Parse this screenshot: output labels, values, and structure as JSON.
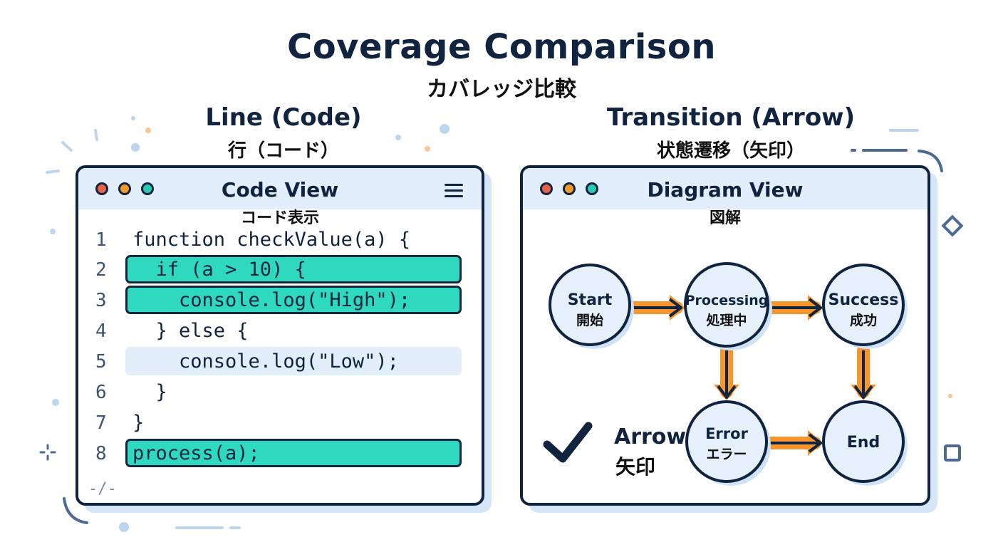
{
  "header": {
    "title": "Coverage Comparison",
    "subtitle": "カバレッジ比較"
  },
  "left_column": {
    "title": "Line (Code)",
    "subtitle": "行（コード）"
  },
  "right_column": {
    "title": "Transition (Arrow)",
    "subtitle": "状態遷移（矢印）"
  },
  "code_panel": {
    "title": "Code View",
    "subtitle": "コード表示",
    "menu_icon": "menu-icon",
    "window_dot_colors": [
      "#e8624a",
      "#f39a2c",
      "#29c9b4"
    ],
    "lines": [
      {
        "num": "1",
        "text": "function checkValue(a) {",
        "coverage": "none"
      },
      {
        "num": "2",
        "text": "  if (a > 10) {",
        "coverage": "covered"
      },
      {
        "num": "3",
        "text": "    console.log(\"High\");",
        "coverage": "covered"
      },
      {
        "num": "4",
        "text": "  } else {",
        "coverage": "none"
      },
      {
        "num": "5",
        "text": "    console.log(\"Low\");",
        "coverage": "uncovered"
      },
      {
        "num": "6",
        "text": "  }",
        "coverage": "none"
      },
      {
        "num": "7",
        "text": "}",
        "coverage": "none"
      },
      {
        "num": "8",
        "text": "process(a);",
        "coverage": "covered"
      }
    ],
    "footer": "-/-",
    "covered_color": "#2fd9c0",
    "uncovered_color": "#e3eefb"
  },
  "diagram_panel": {
    "title": "Diagram View",
    "subtitle": "図解",
    "nodes": {
      "start": {
        "en": "Start",
        "ja": "開始"
      },
      "processing": {
        "en": "Processing",
        "ja": "処理中"
      },
      "success": {
        "en": "Success",
        "ja": "成功"
      },
      "error": {
        "en": "Error",
        "ja": "エラー"
      },
      "end": {
        "en": "End",
        "ja": ""
      }
    },
    "transitions": [
      {
        "from": "start",
        "to": "processing",
        "covered": true
      },
      {
        "from": "processing",
        "to": "success",
        "covered": true
      },
      {
        "from": "processing",
        "to": "error",
        "covered": true
      },
      {
        "from": "success",
        "to": "end",
        "covered": true
      },
      {
        "from": "error",
        "to": "end",
        "covered": true
      }
    ],
    "legend": {
      "icon": "checkmark-icon",
      "en": "Arrow",
      "ja": "矢印"
    },
    "arrow_highlight_color": "#f7952e",
    "node_fill": "#e6f0fb"
  }
}
